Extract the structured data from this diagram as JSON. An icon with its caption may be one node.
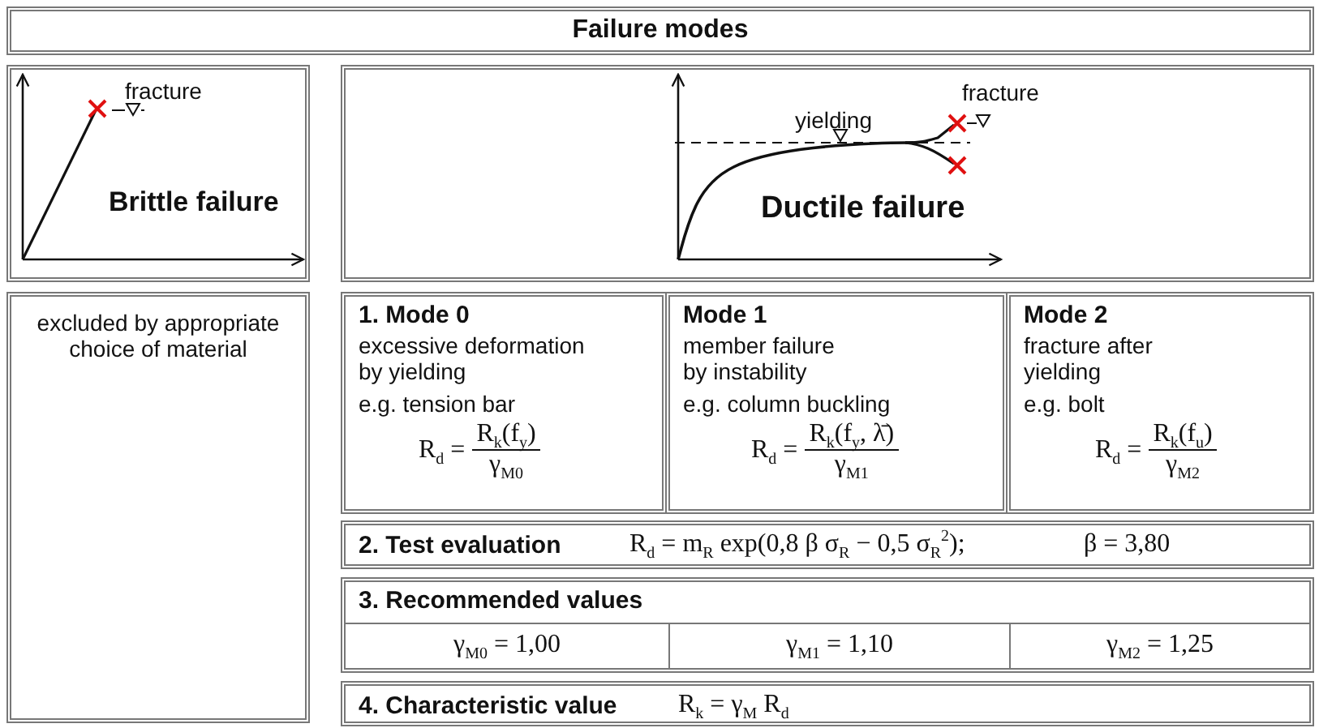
{
  "diagram": {
    "title": "Failure modes",
    "nodes": [
      {
        "text": [
          "fracture",
          "Brittle failure"
        ]
      },
      {
        "text": [
          "yielding",
          "fracture",
          "Ductile failure"
        ]
      },
      {
        "text": [
          "excluded by appropriate choice of material"
        ]
      },
      {
        "text": [
          "1. Mode 0",
          "excessive deformation by yielding",
          "e.g. tension bar",
          "R$_{d}$ =",
          "R$_{k}$(f$_{y}$)",
          "γ$_{M0}$"
        ]
      },
      {
        "text": [
          "Mode 1",
          "member failure by instability",
          "e.g. column buckling",
          "R$_{d}$ =",
          "R$_{k}$(f$_{y}$, λ̄)",
          "γ$_{M1}$"
        ]
      },
      {
        "text": [
          "Mode 2",
          "fracture after yielding",
          "e.g. bolt",
          "R$_{d}$ =",
          "R$_{k}$(f$_{u}$)",
          "γ$_{M2}$"
        ]
      },
      {
        "text": [
          "2. Test evaluation",
          "R$_{d}$ = m$_{R}$ exp(0,8 β σ$_{R}$ − 0,5 σ$_{R}$$^{2}$);",
          "β = 3,80"
        ]
      },
      {
        "text": [
          "3. Recommended values"
        ]
      },
      {
        "text": [
          "γ$_{M0}$ = 1,00"
        ],
        "in": 7
      },
      {
        "text": [
          "γ$_{M1}$ = 1,10"
        ],
        "in": 7
      },
      {
        "text": [
          "γ$_{M2}$ = 1,25"
        ],
        "in": 7
      },
      {
        "text": [
          "4. Characteristic value",
          "R$_{k}$ = γ$_{M}$ R$_{d}$"
        ]
      }
    ]
  }
}
